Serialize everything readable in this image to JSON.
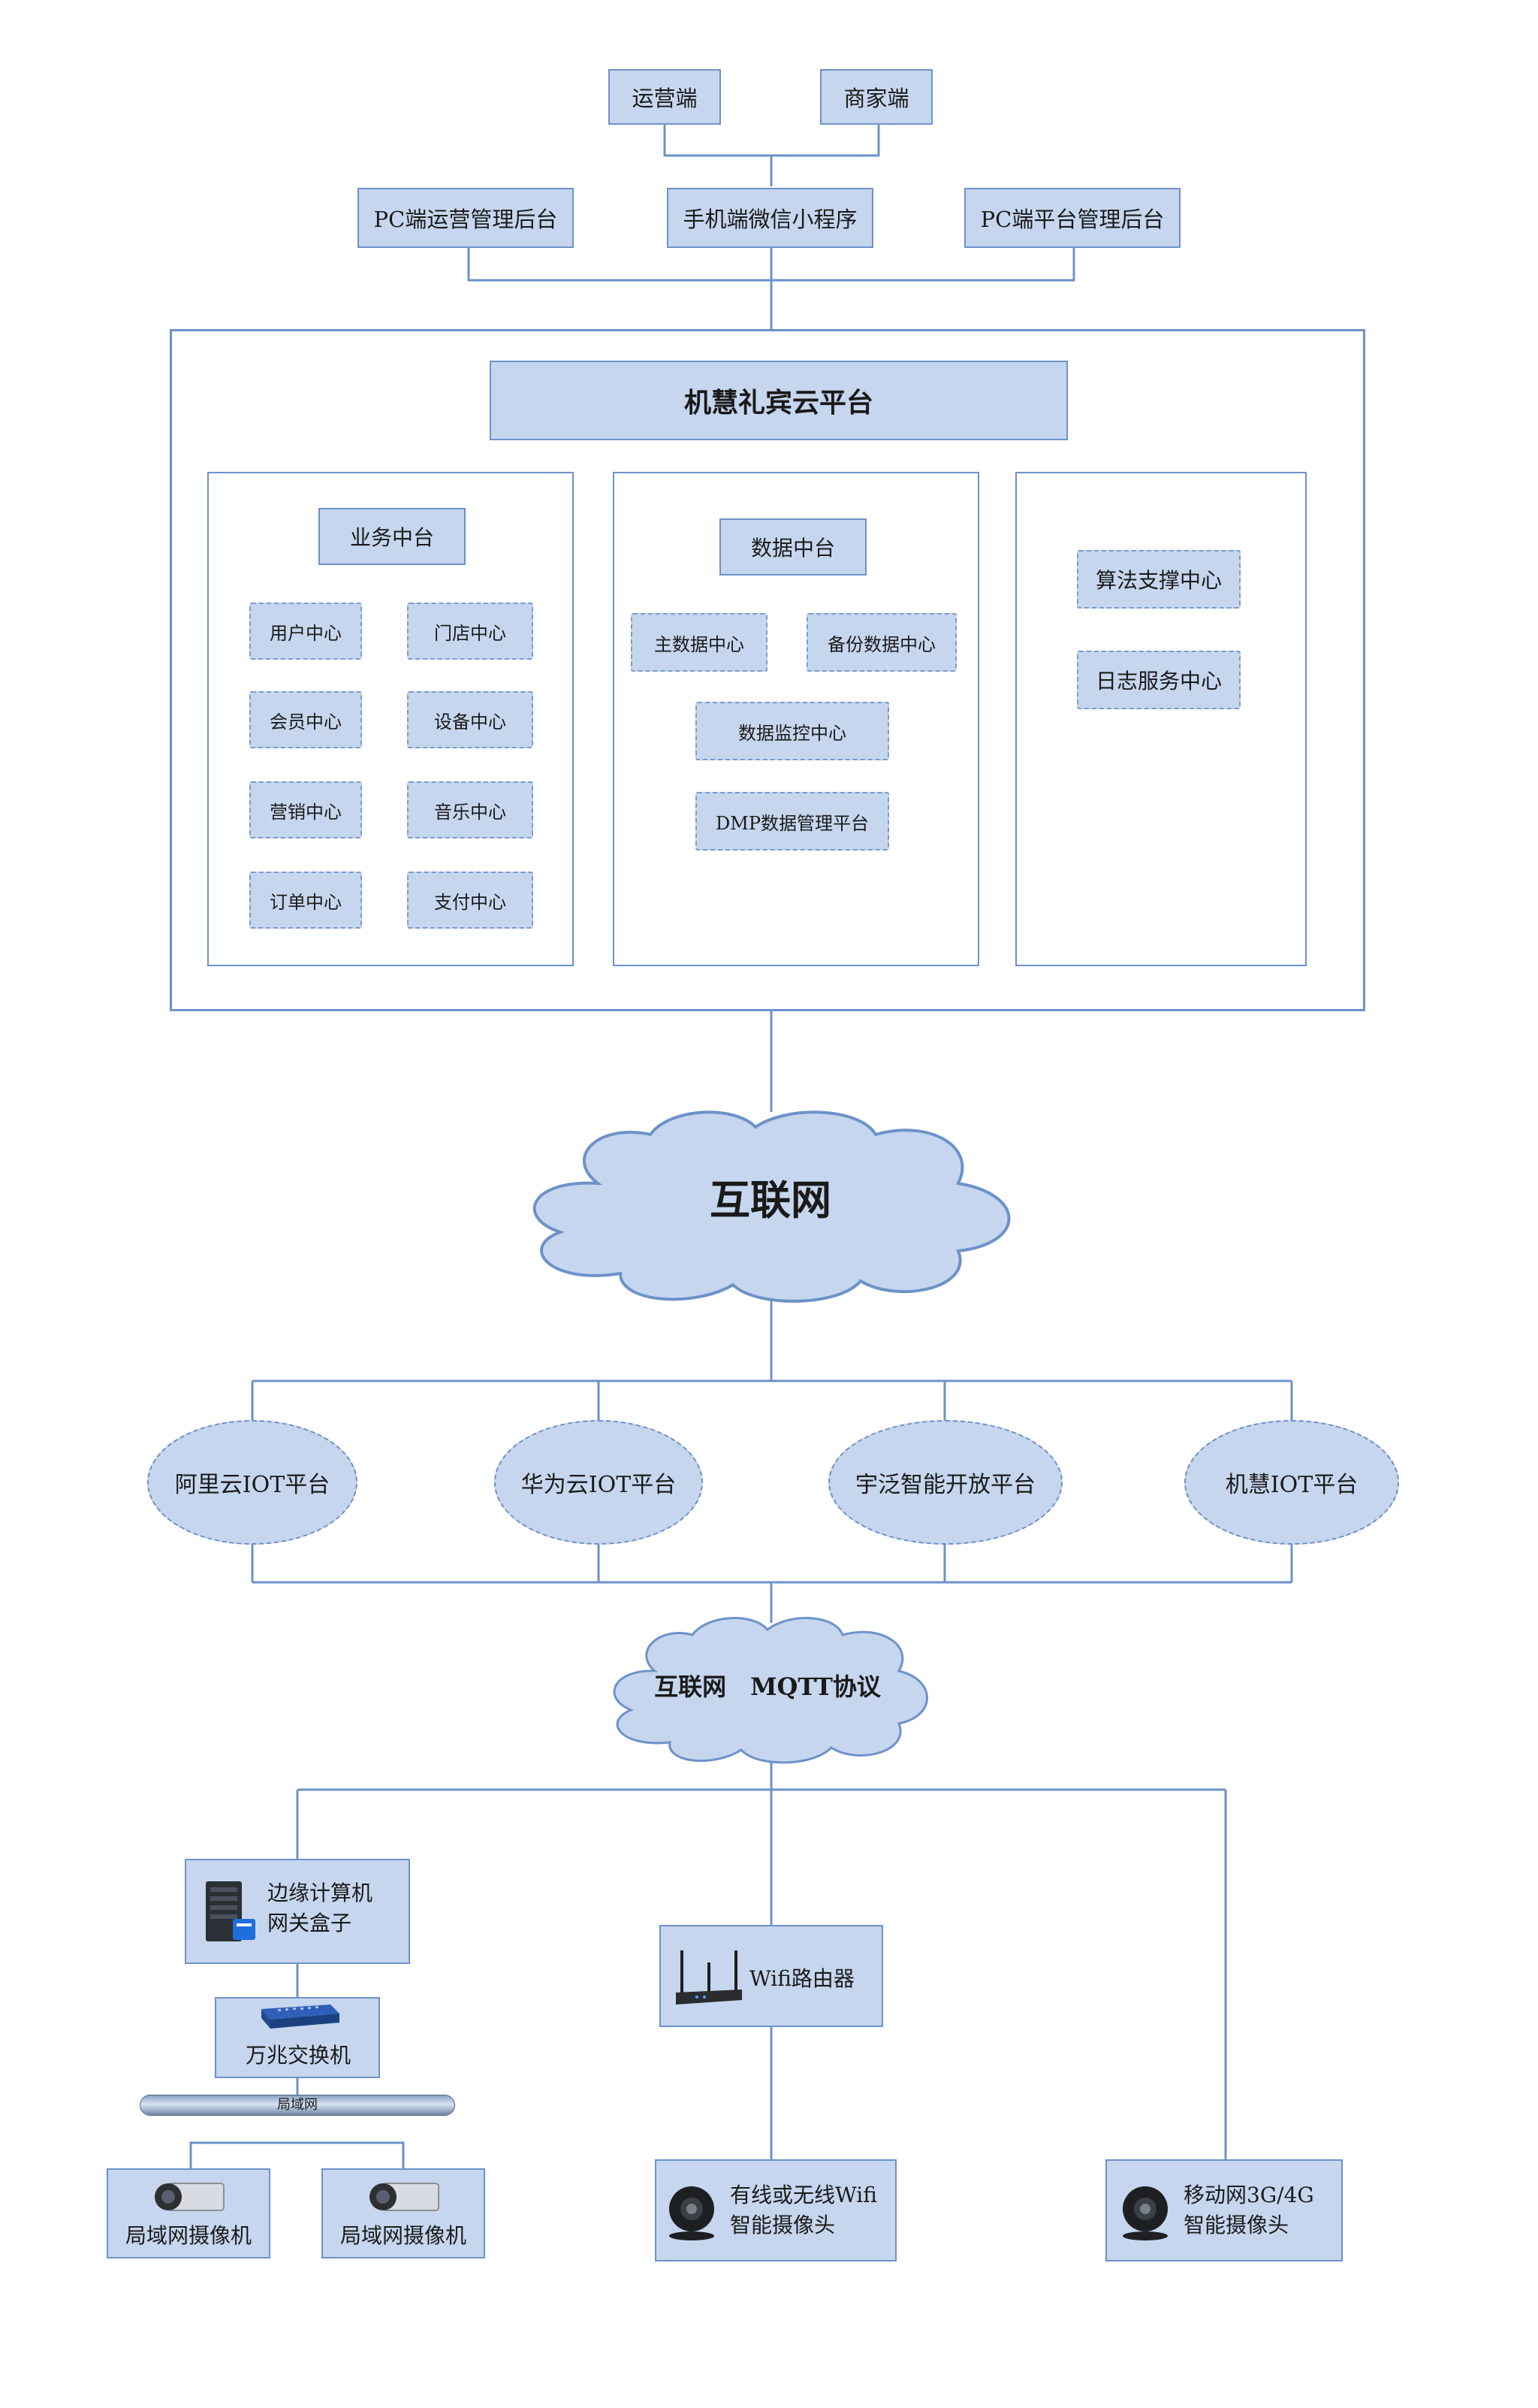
{
  "clients": {
    "ops": "运营端",
    "merchant": "商家端",
    "pc_ops": "PC端运营管理后台",
    "wechat": "手机端微信小程序",
    "pc_platform": "PC端平台管理后台"
  },
  "platform": {
    "title": "机慧礼宾云平台",
    "business": {
      "title": "业务中台",
      "items": [
        "用户中心",
        "门店中心",
        "会员中心",
        "设备中心",
        "营销中心",
        "音乐中心",
        "订单中心",
        "支付中心"
      ]
    },
    "data": {
      "title": "数据中台",
      "items": [
        "主数据中心",
        "备份数据中心",
        "数据监控中心",
        "DMP数据管理平台"
      ]
    },
    "support": {
      "items": [
        "算法支撑中心",
        "日志服务中心"
      ]
    }
  },
  "internet": "互联网",
  "iot": [
    "阿里云IOT平台",
    "华为云IOT平台",
    "宇泛智能开放平台",
    "机慧IOT平台"
  ],
  "mqtt": "互联网　MQTT协议",
  "devices": {
    "edge_line1": "边缘计算机",
    "edge_line2": "网关盒子",
    "switch": "万兆交换机",
    "lan_bus": "局域网",
    "lan_cam_1": "局域网摄像机",
    "lan_cam_2": "局域网摄像机",
    "router": "Wifi路由器",
    "wifi_cam_line1": "有线或无线Wifi",
    "wifi_cam_line2": "智能摄像头",
    "mobile_cam_line1": "移动网3G/4G",
    "mobile_cam_line2": "智能摄像头"
  },
  "colors": {
    "fill": "#c6d6ee",
    "stroke": "#6d92c9",
    "text": "#1a1a1a"
  }
}
